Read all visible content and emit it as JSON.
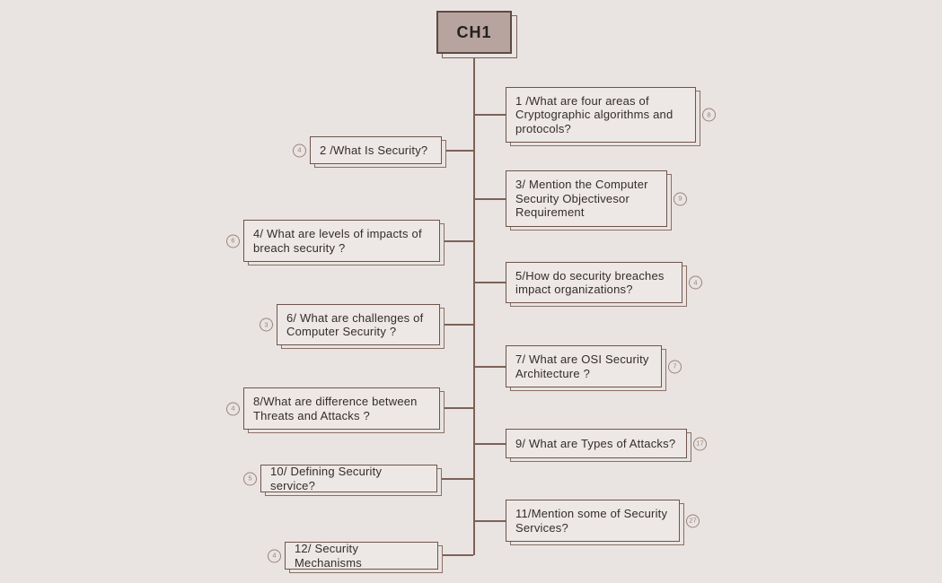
{
  "root": {
    "label": "CH1"
  },
  "nodes": [
    {
      "label": "1 /What are four areas of Cryptographic algorithms and protocols?",
      "badge": "8",
      "side": "right"
    },
    {
      "label": "2 /What Is Security?",
      "badge": "4",
      "side": "left"
    },
    {
      "label": "3/ Mention the Computer Security Objectivesor Requirement",
      "badge": "9",
      "side": "right"
    },
    {
      "label": "4/ What are levels of impacts of breach security ?",
      "badge": "6",
      "side": "left"
    },
    {
      "label": "5/How do security breaches impact organizations?",
      "badge": "4",
      "side": "right"
    },
    {
      "label": "6/ What are challenges of Computer Security ?",
      "badge": "3",
      "side": "left"
    },
    {
      "label": "7/ What are OSI Security Architecture ?",
      "badge": "7",
      "side": "right"
    },
    {
      "label": "8/What are difference between Threats and Attacks ?",
      "badge": "4",
      "side": "left"
    },
    {
      "label": "9/ What are Types of Attacks?",
      "badge": "17",
      "side": "right"
    },
    {
      "label": "10/ Defining Security service?",
      "badge": "5",
      "side": "left"
    },
    {
      "label": "11/Mention some of Security Services?",
      "badge": "27",
      "side": "right"
    },
    {
      "label": "12/ Security Mechanisms",
      "badge": "4",
      "side": "left"
    }
  ],
  "colors": {
    "background": "#e9e4e1",
    "node_fill": "#ede8e5",
    "root_fill": "#b7a49e",
    "line": "#7d6157",
    "text": "#332c2b",
    "badge": "#9b837c"
  }
}
